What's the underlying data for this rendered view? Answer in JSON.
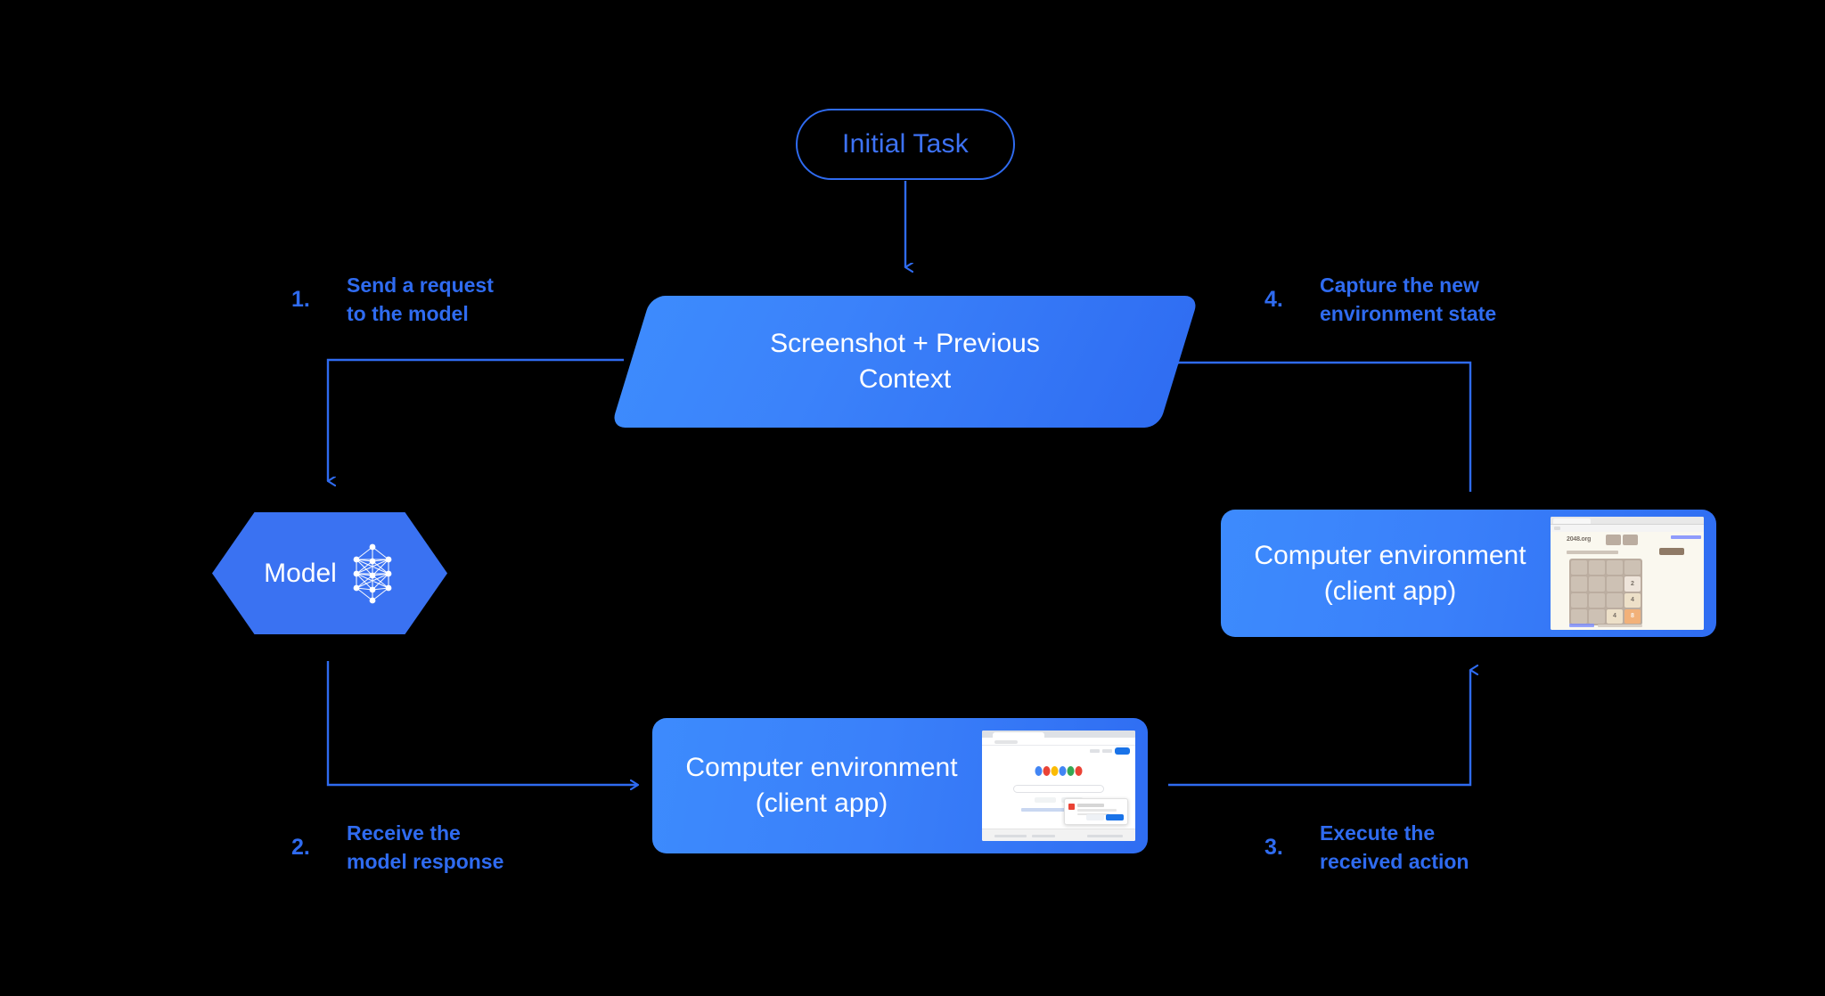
{
  "diagram": {
    "title": "Computer-use agent loop",
    "background_color": "#000000",
    "accent_blue": "#2f6bf0",
    "node_gradient_from": "#3d8bfd",
    "node_gradient_to": "#2f6df2",
    "hex_fill": "#3a72f2"
  },
  "initial_task": {
    "label": "Initial Task"
  },
  "context_node": {
    "line1": "Screenshot + Previous",
    "line2": "Context"
  },
  "model_node": {
    "label": "Model",
    "icon": "neural-network-icon"
  },
  "env_right": {
    "line1": "Computer environment",
    "line2": "(client app)",
    "thumbnail": "2048-game-screenshot"
  },
  "env_bottom": {
    "line1": "Computer environment",
    "line2": "(client app)",
    "thumbnail": "google-search-screenshot"
  },
  "steps": [
    {
      "num": "1.",
      "text": "Send a request\nto the model"
    },
    {
      "num": "2.",
      "text": "Receive the\nmodel response"
    },
    {
      "num": "3.",
      "text": "Execute the\nreceived action"
    },
    {
      "num": "4.",
      "text": "Capture the new\nenvironment state"
    }
  ],
  "thumb_2048": {
    "site_title": "2048.org",
    "grid": [
      [
        "",
        "",
        "",
        ""
      ],
      [
        "",
        "",
        "",
        "2"
      ],
      [
        "",
        "",
        "",
        "4"
      ],
      [
        "",
        "",
        "4",
        "8"
      ]
    ]
  },
  "thumb_google": {
    "logo_colors": [
      "#4285f4",
      "#ea4335",
      "#fbbc05",
      "#4285f4",
      "#34a853",
      "#ea4335"
    ]
  }
}
